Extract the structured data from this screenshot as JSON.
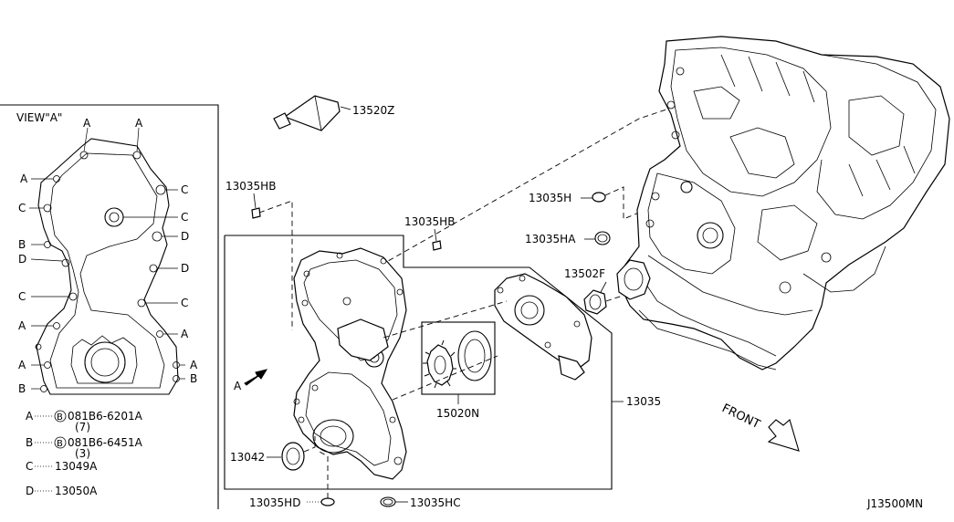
{
  "view_label": "VIEW\"A\"",
  "view_letters": {
    "a": "A",
    "b": "B",
    "c": "C",
    "d": "D"
  },
  "legend": [
    {
      "key": "A",
      "code": "081B6-6201A",
      "qty": "(7)",
      "bolt_symbol": "B"
    },
    {
      "key": "B",
      "code": "081B6-6451A",
      "qty": "(3)",
      "bolt_symbol": "B"
    },
    {
      "key": "C",
      "code": "13049A",
      "qty": "",
      "bolt_symbol": ""
    },
    {
      "key": "D",
      "code": "13050A",
      "qty": "",
      "bolt_symbol": ""
    }
  ],
  "parts": {
    "p13520z": "13520Z",
    "p13035hb_left": "13035HB",
    "p13035hb_mid": "13035HB",
    "p13035h": "13035H",
    "p13035ha": "13035HA",
    "p13502f": "13502F",
    "p13035": "13035",
    "p15020n": "15020N",
    "p13042": "13042",
    "p13035hd": "13035HD",
    "p13035hc": "13035HC"
  },
  "arrow_a_label": "A",
  "front_label": "FRONT",
  "diagram_id": "J13500MN"
}
